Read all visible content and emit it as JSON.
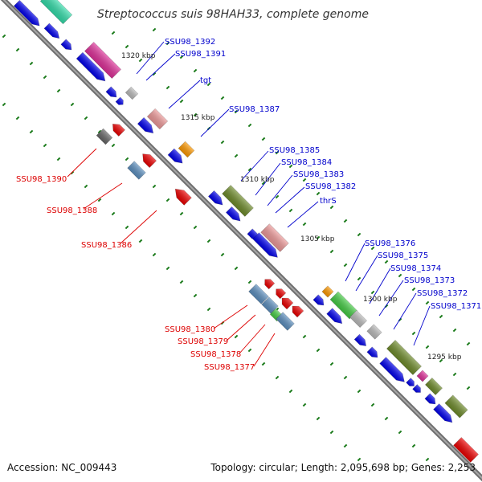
{
  "title": "Streptococcus suis 98HAH33, complete genome",
  "footer": {
    "accession": "Accession: NC_009443",
    "summary": "Topology: circular; Length: 2,095,698 bp; Genes: 2,253"
  },
  "colors": {
    "backbone": "#808080",
    "forward_gene": "#0000ee",
    "reverse_gene": "#ee0000",
    "forward_label": "#0000cc",
    "reverse_label": "#dd0000",
    "tick": "#1a7a1a",
    "green_feature": "#6e8b2a",
    "pink_feature": "#ee9999",
    "magenta_feature": "#e0309a",
    "teal_feature": "#33ddaa",
    "steelblue_feature": "#5c8fbf",
    "orange_feature": "#ff9900",
    "gray_feature": "#bbbbbb",
    "darkgray_feature": "#666666",
    "lightgreen_feature": "#44cc44"
  },
  "kbp_marks": [
    "1320 kbp",
    "1315 kbp",
    "1310 kbp",
    "1305 kbp",
    "1300 kbp",
    "1295 kbp"
  ],
  "forward_labels": [
    "SSU98_1392",
    "SSU98_1391",
    "tgt",
    "SSU98_1387",
    "SSU98_1385",
    "SSU98_1384",
    "SSU98_1383",
    "SSU98_1382",
    "thrS",
    "SSU98_1376",
    "SSU98_1375",
    "SSU98_1374",
    "SSU98_1373",
    "SSU98_1372",
    "SSU98_1371"
  ],
  "reverse_labels": [
    "SSU98_1390",
    "SSU98_1388",
    "SSU98_1386",
    "SSU98_1380",
    "SSU98_1379",
    "SSU98_1378",
    "SSU98_1377"
  ]
}
